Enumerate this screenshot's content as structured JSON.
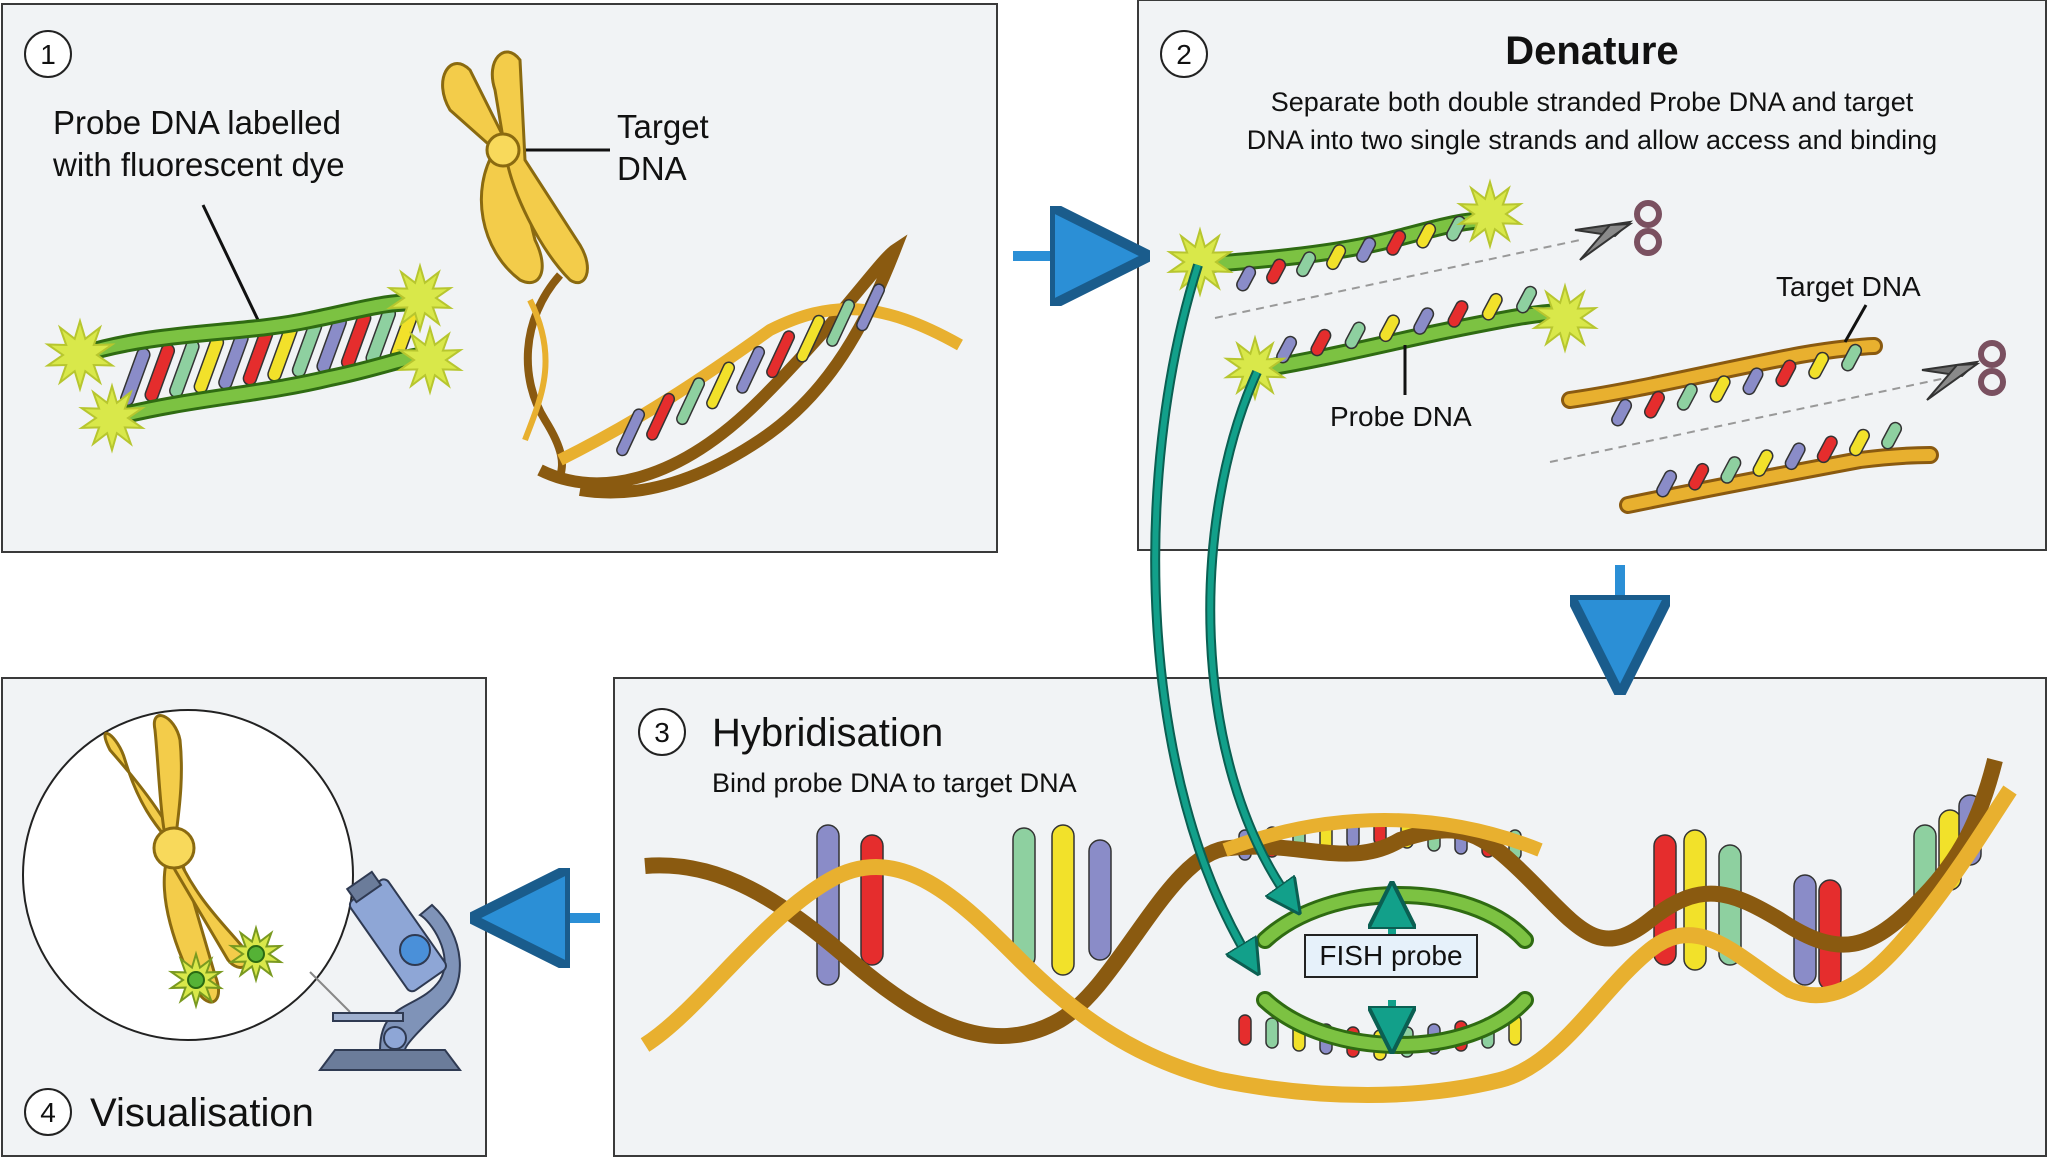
{
  "steps": [
    {
      "number": "1",
      "label_line1": "Probe DNA labelled",
      "label_line2": "with fluorescent dye",
      "target_line1": "Target",
      "target_line2": "DNA"
    },
    {
      "number": "2",
      "title": "Denature",
      "desc_line1": "Separate both double stranded Probe DNA and target",
      "desc_line2": "DNA into two single strands and allow access and binding",
      "target_label": "Target DNA",
      "probe_label": "Probe DNA"
    },
    {
      "number": "3",
      "title": "Hybridisation",
      "desc": "Bind probe DNA to target DNA",
      "fish_label": "FISH probe"
    },
    {
      "number": "4",
      "title": "Visualisation"
    }
  ],
  "colors": {
    "panel_bg": "#f1f3f5",
    "probe_green": "#7cc242",
    "target_gold": "#e8b02f",
    "arrow_blue": "#2b8fd6",
    "arrow_teal": "#12a08a",
    "dye_yellow": "#d9e84a",
    "base_red": "#e52d2d",
    "base_yellow": "#f2e12a",
    "base_mint": "#8ed0a0",
    "base_lilac": "#8a8cc8"
  },
  "icons": [
    "scissors-icon",
    "microscope-icon",
    "chromosome-icon",
    "fluorescent-dye-icon"
  ]
}
